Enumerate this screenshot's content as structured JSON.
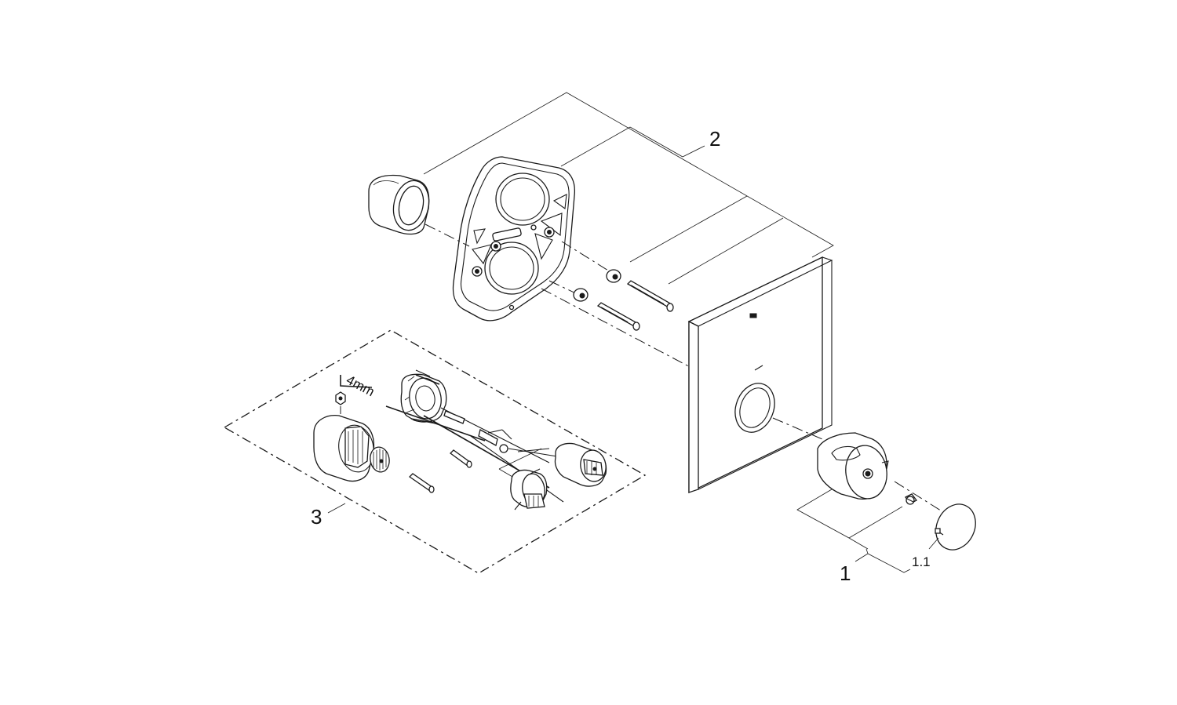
{
  "callouts": {
    "part_1": "1",
    "part_1_1": "1.1",
    "part_2": "2",
    "part_3": "3"
  },
  "tool_label": "4mm"
}
